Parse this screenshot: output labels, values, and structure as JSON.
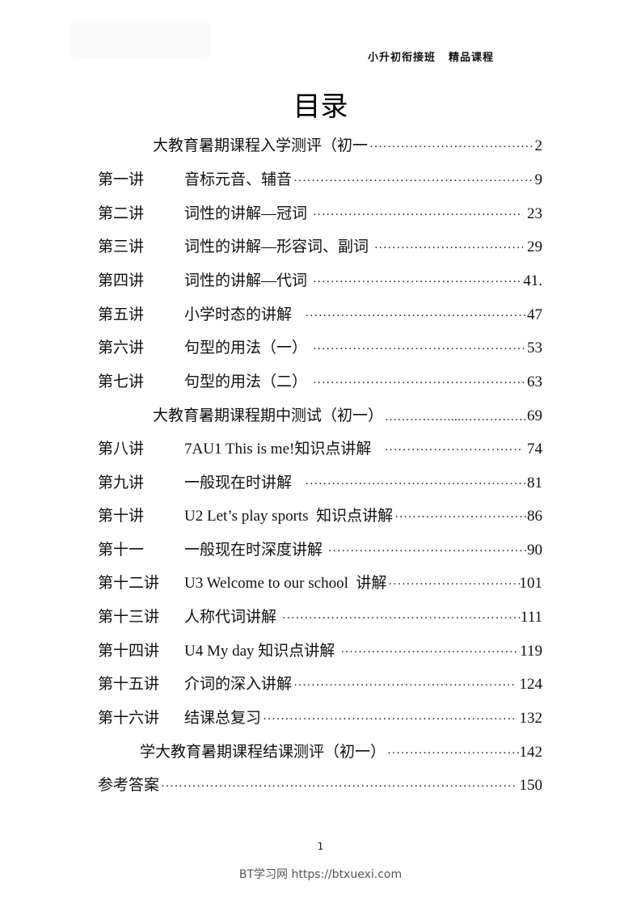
{
  "header": {
    "left": "小升初衔接班",
    "right": "精品课程"
  },
  "title": "目录",
  "toc": [
    {
      "num": "",
      "label": "大教育暑期课程入学测评（初一",
      "page": "2",
      "indent": 68
    },
    {
      "num": "第一讲",
      "label": "音标元音、辅音",
      "page": "9",
      "indent": 0
    },
    {
      "num": "第二讲",
      "label": "词性的讲解—冠词 ",
      "page": " 23",
      "indent": 0
    },
    {
      "num": "第三讲",
      "label": "词性的讲解—形容词、副词 ",
      "page": " 29",
      "indent": 0
    },
    {
      "num": "第四讲",
      "label": "词性的讲解—代词 ",
      "page": "41.",
      "indent": 0
    },
    {
      "num": "第五讲",
      "label": "小学时态的讲解   ",
      "page": "47",
      "indent": 0
    },
    {
      "num": "第六讲",
      "label": "句型的用法（一） ",
      "page": "53",
      "indent": 0
    },
    {
      "num": "第七讲",
      "label": "句型的用法（二） ",
      "page": "63",
      "indent": 0
    },
    {
      "num": "",
      "label": "大教育暑期课程期中测试（初一）",
      "page": "69",
      "indent": 68,
      "dot_style": "……………....."
    },
    {
      "num": "第八讲",
      "label": "7AU1 This is me!知识点讲解   ",
      "page": " 74",
      "indent": 0
    },
    {
      "num": "第九讲",
      "label": "一般现在时讲解   ",
      "page": "81",
      "indent": 0
    },
    {
      "num": "第十讲",
      "label": "U2 Let’s play sports  知识点讲解",
      "page": "86",
      "indent": 0
    },
    {
      "num": "第十一",
      "label": "一般现在时深度讲解 ",
      "page": "90",
      "indent": 0
    },
    {
      "num": "第十二讲",
      "label": "U3 Welcome to our school  讲解",
      "page": "101",
      "indent": 0
    },
    {
      "num": "第十三讲",
      "label": "人称代词讲解 ",
      "page": "111",
      "indent": 0
    },
    {
      "num": "第十四讲",
      "label": "U4 My day 知识点讲解 ",
      "page": "119",
      "indent": 0
    },
    {
      "num": "第十五讲",
      "label": "介词的深入讲解",
      "page": " 124",
      "indent": 0
    },
    {
      "num": "第十六讲",
      "label": "结课总复习",
      "page": " 132",
      "indent": 0
    },
    {
      "num": "",
      "label": "学大教育暑期课程结课测评（初一）",
      "page": "142",
      "indent": 52
    },
    {
      "num": "",
      "label": "参考答案",
      "page": " 150",
      "indent": 0
    }
  ],
  "footer": {
    "page_number": "1",
    "site": "BT学习网 https://btxuexi.com"
  }
}
